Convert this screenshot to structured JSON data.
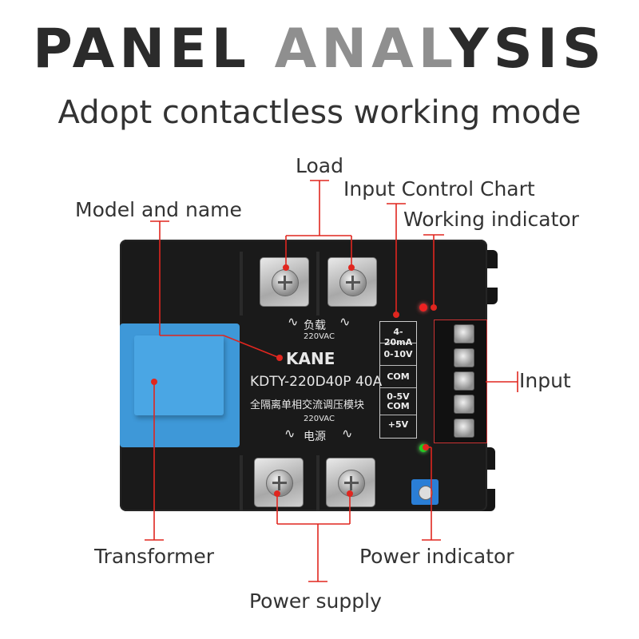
{
  "title": {
    "pre": "PANEL",
    "mid": " ANAL",
    "post": "YSIS"
  },
  "subtitle": "Adopt contactless working mode",
  "labels": {
    "load": "Load",
    "input_control_chart": "Input Control Chart",
    "model_name": "Model and name",
    "working_indicator": "Working indicator",
    "input": "Input",
    "transformer": "Transformer",
    "power_indicator": "Power indicator",
    "power_supply": "Power supply"
  },
  "device": {
    "brand": "KANE",
    "model": "KDTY-220D40P 40A",
    "chinese_name": "全隔离单相交流调压模块",
    "load_label": "负载",
    "load_voltage": "220VAC",
    "power_label": "电源",
    "power_voltage": "220VAC",
    "chart_rows": [
      "4-20mA",
      "0-10V",
      "COM",
      "0-5V COM",
      "+5V"
    ]
  },
  "colors": {
    "accent_line": "#e0261f",
    "transformer": "#3e98d8",
    "body": "#1a1a1a"
  }
}
